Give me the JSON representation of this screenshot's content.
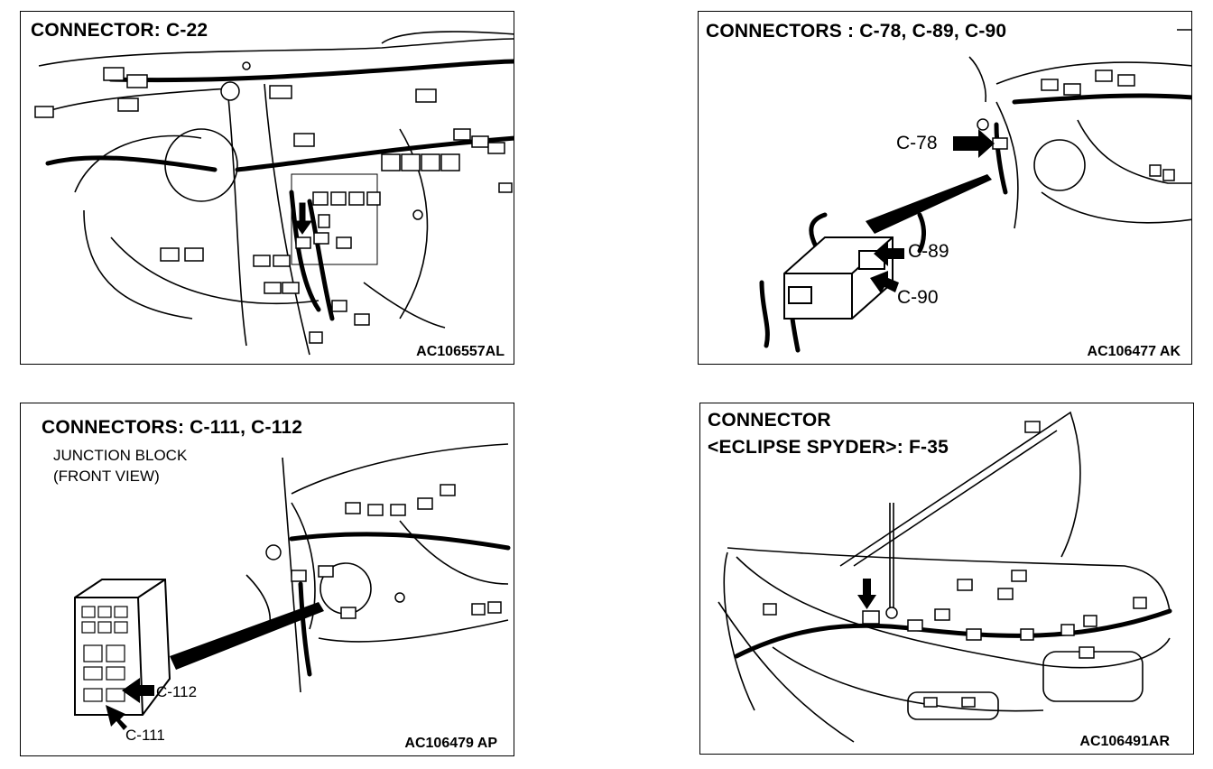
{
  "panels": [
    {
      "title": "CONNECTOR: C-22",
      "code": "AC106557AL",
      "callouts": []
    },
    {
      "title": "CONNECTORS : C-78, C-89, C-90",
      "code": "AC106477 AK",
      "callouts": [
        "C-78",
        "C-89",
        "C-90"
      ]
    },
    {
      "title": "CONNECTORS: C-111, C-112",
      "subtitle_lines": [
        "JUNCTION BLOCK",
        "(FRONT VIEW)"
      ],
      "code": "AC106479 AP",
      "callouts": [
        "C-112",
        "C-111"
      ]
    },
    {
      "title_lines": [
        "CONNECTOR",
        "<ECLIPSE SPYDER>: F-35"
      ],
      "code": "AC106491AR",
      "callouts": []
    }
  ]
}
